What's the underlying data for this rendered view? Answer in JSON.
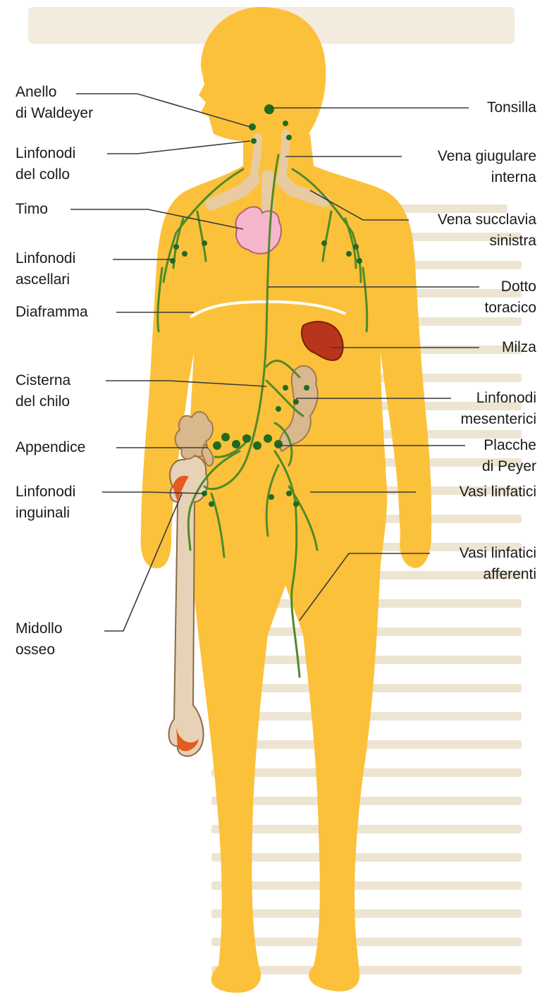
{
  "colors": {
    "body": "#FCC13A",
    "page_text": "#E9DEC8",
    "lymph": "#4F8A2A",
    "node": "#1F6B23",
    "thymus": "#F6B7CC",
    "spleen": "#B8341B",
    "bone": "#E7D2B7",
    "intestine": "#D9B88E",
    "vein": "#E8CBA0",
    "leader": "#3a3a3a"
  },
  "labels": {
    "anello": "Anello\ndi Waldeyer",
    "linfonodi_collo": "Linfonodi\ndel collo",
    "timo": "Timo",
    "linfonodi_ascellari": "Linfonodi\nascellari",
    "diaframma": "Diaframma",
    "cisterna": "Cisterna\ndel chilo",
    "appendice": "Appendice",
    "linfonodi_inguinali": "Linfonodi\ninguinali",
    "midollo": "Midollo\nosseo",
    "tonsilla": "Tonsilla",
    "vena_giugulare": "Vena giugulare\ninterna",
    "vena_succlavia": "Vena succlavia\nsinistra",
    "dotto": "Dotto\ntoracico",
    "milza": "Milza",
    "linfonodi_mesenterici": "Linfonodi\nmesenterici",
    "placche": "Placche\ndi Peyer",
    "vasi_linfatici": "Vasi linfatici",
    "vasi_afferenti": "Vasi linfatici\nafferenti"
  }
}
